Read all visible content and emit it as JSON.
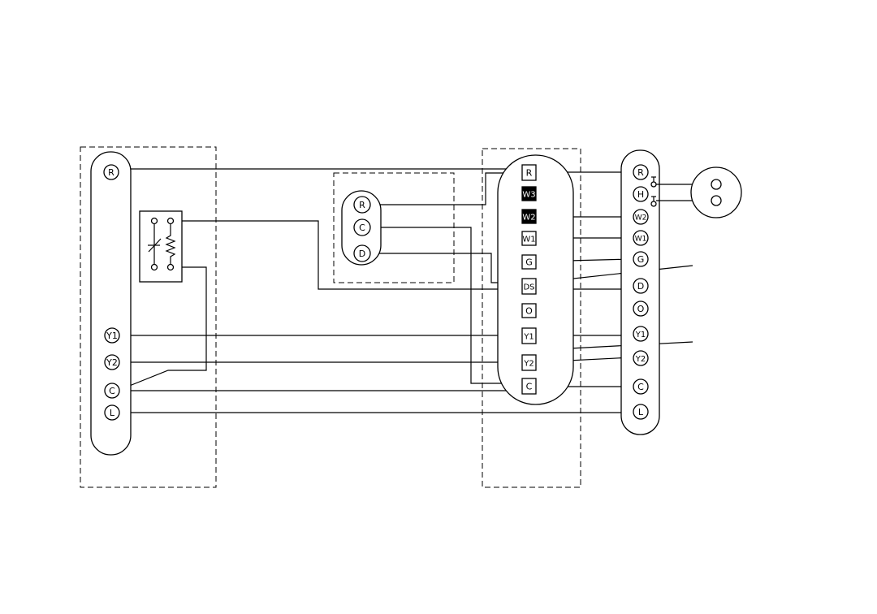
{
  "outdoor_unit": {
    "terminals": [
      "R",
      "Y1",
      "Y2",
      "C",
      "L"
    ]
  },
  "defrost_sensor": {
    "terminals": [
      "R",
      "C",
      "D"
    ]
  },
  "indoor_unit": {
    "terminals": [
      "R",
      "W3",
      "W2",
      "W1",
      "G",
      "DS",
      "O",
      "Y1",
      "Y2",
      "C"
    ]
  },
  "thermostat": {
    "terminals": [
      "R",
      "H",
      "W2",
      "W1",
      "G",
      "D",
      "O",
      "Y1",
      "Y2",
      "C",
      "L"
    ]
  },
  "colors": {
    "line": "#000000",
    "background": "#ffffff"
  }
}
